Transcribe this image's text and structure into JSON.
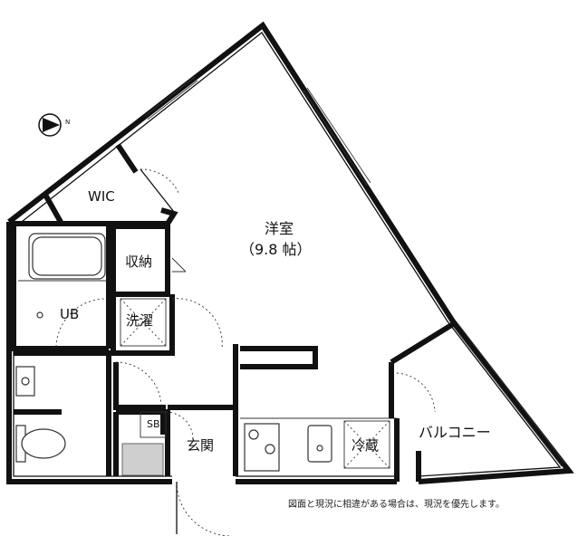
{
  "rooms": {
    "western_room_name": "洋室",
    "western_room_size": "（9.8 帖）",
    "wic": "WIC",
    "storage": "収納",
    "unit_bath": "UB",
    "laundry": "洗濯",
    "entrance": "玄関",
    "shoe_box": "SB",
    "fridge": "冷蔵",
    "balcony": "バルコニー"
  },
  "compass": {
    "north_label": "N"
  },
  "note": "図面と現況に相違がある場合は、現況を優先します。"
}
